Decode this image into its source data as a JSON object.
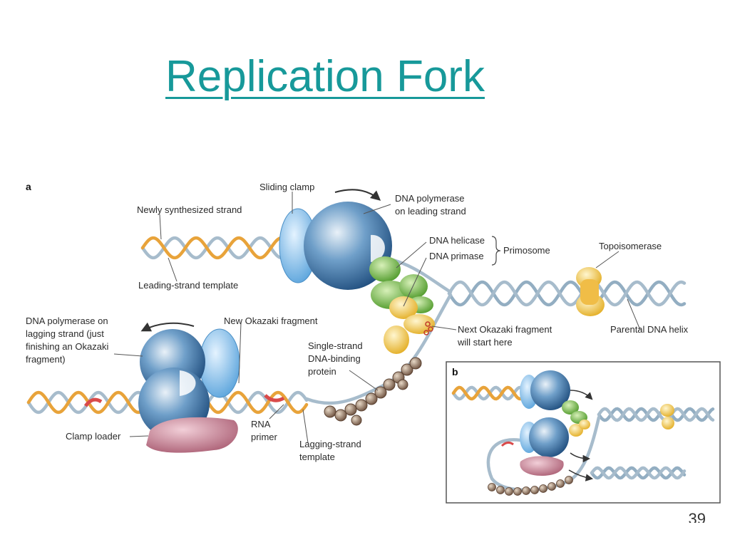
{
  "slide": {
    "title": "Replication Fork",
    "page_number": "39"
  },
  "diagram": {
    "panel_a": "a",
    "panel_b": "b",
    "labels": {
      "sliding_clamp": "Sliding clamp",
      "newly_synthesized_strand": "Newly synthesized strand",
      "dna_pol_leading_1": "DNA polymerase",
      "dna_pol_leading_2": "on leading strand",
      "dna_helicase": "DNA helicase",
      "dna_primase": "DNA primase",
      "primosome": "Primosome",
      "topoisomerase": "Topoisomerase",
      "leading_strand_template": "Leading-strand template",
      "dna_pol_lagging_1": "DNA polymerase on",
      "dna_pol_lagging_2": "lagging strand (just",
      "dna_pol_lagging_3": "finishing an Okazaki",
      "dna_pol_lagging_4": "fragment)",
      "new_okazaki_fragment": "New Okazaki fragment",
      "next_okazaki_1": "Next Okazaki fragment",
      "next_okazaki_2": "will start here",
      "parental_dna_helix": "Parental DNA helix",
      "ssb_1": "Single-strand",
      "ssb_2": "DNA-binding",
      "ssb_3": "protein",
      "rna_primer_1": "RNA",
      "rna_primer_2": "primer",
      "clamp_loader": "Clamp loader",
      "lagging_template_1": "Lagging-strand",
      "lagging_template_2": "template"
    },
    "colors": {
      "polymerase": "#3f79ad",
      "clamp": "#7fbbe8",
      "helicase": "#7cc24a",
      "primase": "#f2c94c",
      "topoisomerase": "#f0b53a",
      "ssb": "#8d6e55",
      "clamp_loader": "#c57f92",
      "new_strand": "#e8a33a",
      "template_strand": "#a7bccc",
      "rna_primer": "#d94a4a"
    }
  }
}
